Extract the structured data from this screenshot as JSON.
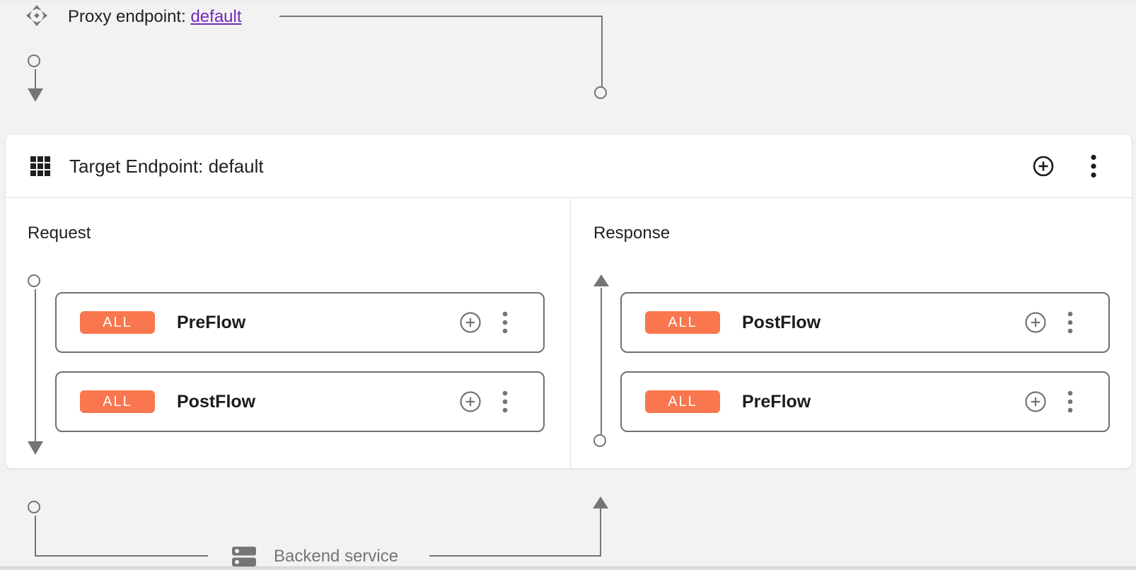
{
  "colors": {
    "badge": "#f9764e",
    "link": "#7627bb",
    "line": "#757575"
  },
  "proxy": {
    "label": "Proxy endpoint:",
    "link_text": "default"
  },
  "target": {
    "title": "Target Endpoint: default",
    "request": {
      "title": "Request",
      "flows": [
        {
          "badge": "ALL",
          "name": "PreFlow"
        },
        {
          "badge": "ALL",
          "name": "PostFlow"
        }
      ]
    },
    "response": {
      "title": "Response",
      "flows": [
        {
          "badge": "ALL",
          "name": "PostFlow"
        },
        {
          "badge": "ALL",
          "name": "PreFlow"
        }
      ]
    }
  },
  "backend": {
    "label": "Backend service"
  },
  "icons": {
    "proxy_endpoint": "diamond-arrows",
    "target_endpoint": "grid-3x3",
    "add": "plus-circle",
    "menu": "more-vert",
    "backend_service": "dns-server"
  }
}
